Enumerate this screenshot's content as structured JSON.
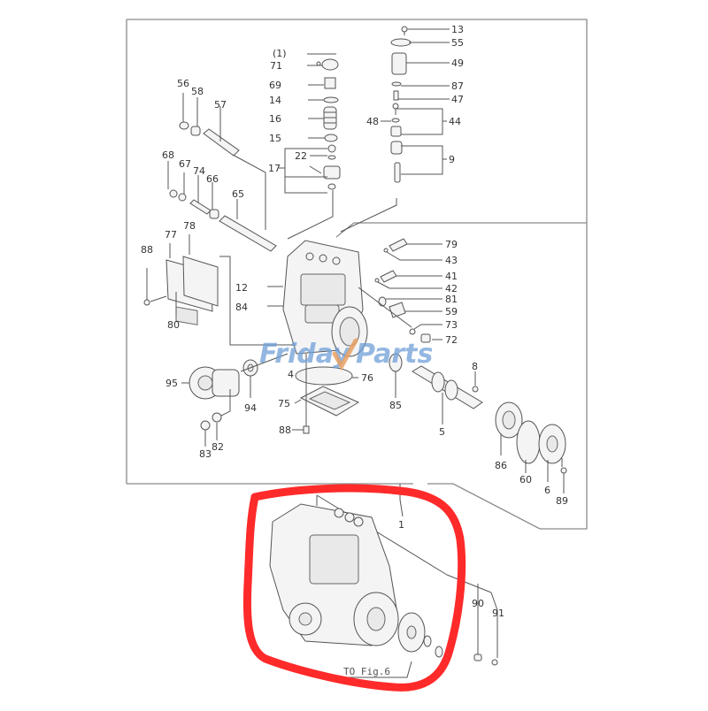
{
  "diagram": {
    "type": "exploded-parts-diagram",
    "subject": "fuel injection pump assembly",
    "watermark": {
      "text_left": "Friday",
      "text_right": "Parts",
      "color": "#6f9fd8",
      "accent": "#e8a060"
    },
    "highlight": {
      "color": "#ff2a2a",
      "target_callout": "1"
    },
    "reference_note": "TO Fig.6",
    "callouts": {
      "c1": "(1)",
      "c71": "71",
      "c69": "69",
      "c14": "14",
      "c16": "16",
      "c15": "15",
      "c22": "22",
      "c17": "17",
      "c56": "56",
      "c58": "58",
      "c57": "57",
      "c68": "68",
      "c67": "67",
      "c74": "74",
      "c66": "66",
      "c65": "65",
      "c13": "13",
      "c55": "55",
      "c49": "49",
      "c87": "87",
      "c47": "47",
      "c48": "48",
      "c44": "44",
      "c9": "9",
      "c77": "77",
      "c78": "78",
      "c88a": "88",
      "c80": "80",
      "c12": "12",
      "c84": "84",
      "c79": "79",
      "c43": "43",
      "c41": "41",
      "c42": "42",
      "c81": "81",
      "c59": "59",
      "c73": "73",
      "c72": "72",
      "c76": "76",
      "c4": "4",
      "c95": "95",
      "c94": "94",
      "c75": "75",
      "c88b": "88",
      "c85": "85",
      "c83": "83",
      "c82": "82",
      "c8": "8",
      "c5": "5",
      "c86": "86",
      "c60": "60",
      "c6": "6",
      "c89": "89",
      "c1b": "1",
      "c90": "90",
      "c91": "91"
    }
  }
}
